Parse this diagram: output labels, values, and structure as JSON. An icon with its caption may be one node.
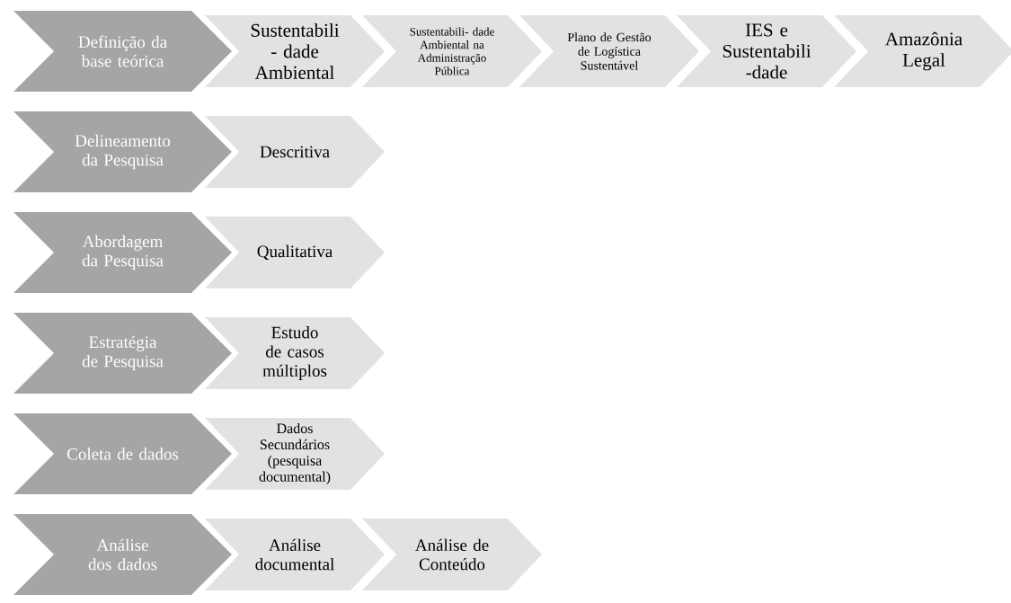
{
  "diagram": {
    "nodes": [
      {
        "text": [
          "Definição da base teórica"
        ]
      },
      {
        "text": [
          "Sustentabili - dade Ambiental"
        ]
      },
      {
        "text": [
          "Sustentabili- dade Ambiental na Administração Pública"
        ]
      },
      {
        "text": [
          "Plano de Gestão de Logística Sustentável"
        ]
      },
      {
        "text": [
          "IES e Sustentabili -dade"
        ]
      },
      {
        "text": [
          "Amazônia Legal"
        ]
      },
      {
        "text": [
          "Delineamento da Pesquisa"
        ]
      },
      {
        "text": [
          "Descritiva"
        ]
      },
      {
        "text": [
          "Abordagem da Pesquisa"
        ]
      },
      {
        "text": [
          "Qualitativa"
        ]
      },
      {
        "text": [
          "Estratégia de Pesquisa"
        ]
      },
      {
        "text": [
          "Estudo de casos múltiplos"
        ]
      },
      {
        "text": [
          "Coleta de dados"
        ]
      },
      {
        "text": [
          "Dados Secundários (pesquisa documental)"
        ]
      },
      {
        "text": [
          "Análise dos dados"
        ]
      },
      {
        "text": [
          "Análise documental"
        ]
      },
      {
        "text": [
          "Análise de Conteúdo"
        ]
      }
    ]
  }
}
